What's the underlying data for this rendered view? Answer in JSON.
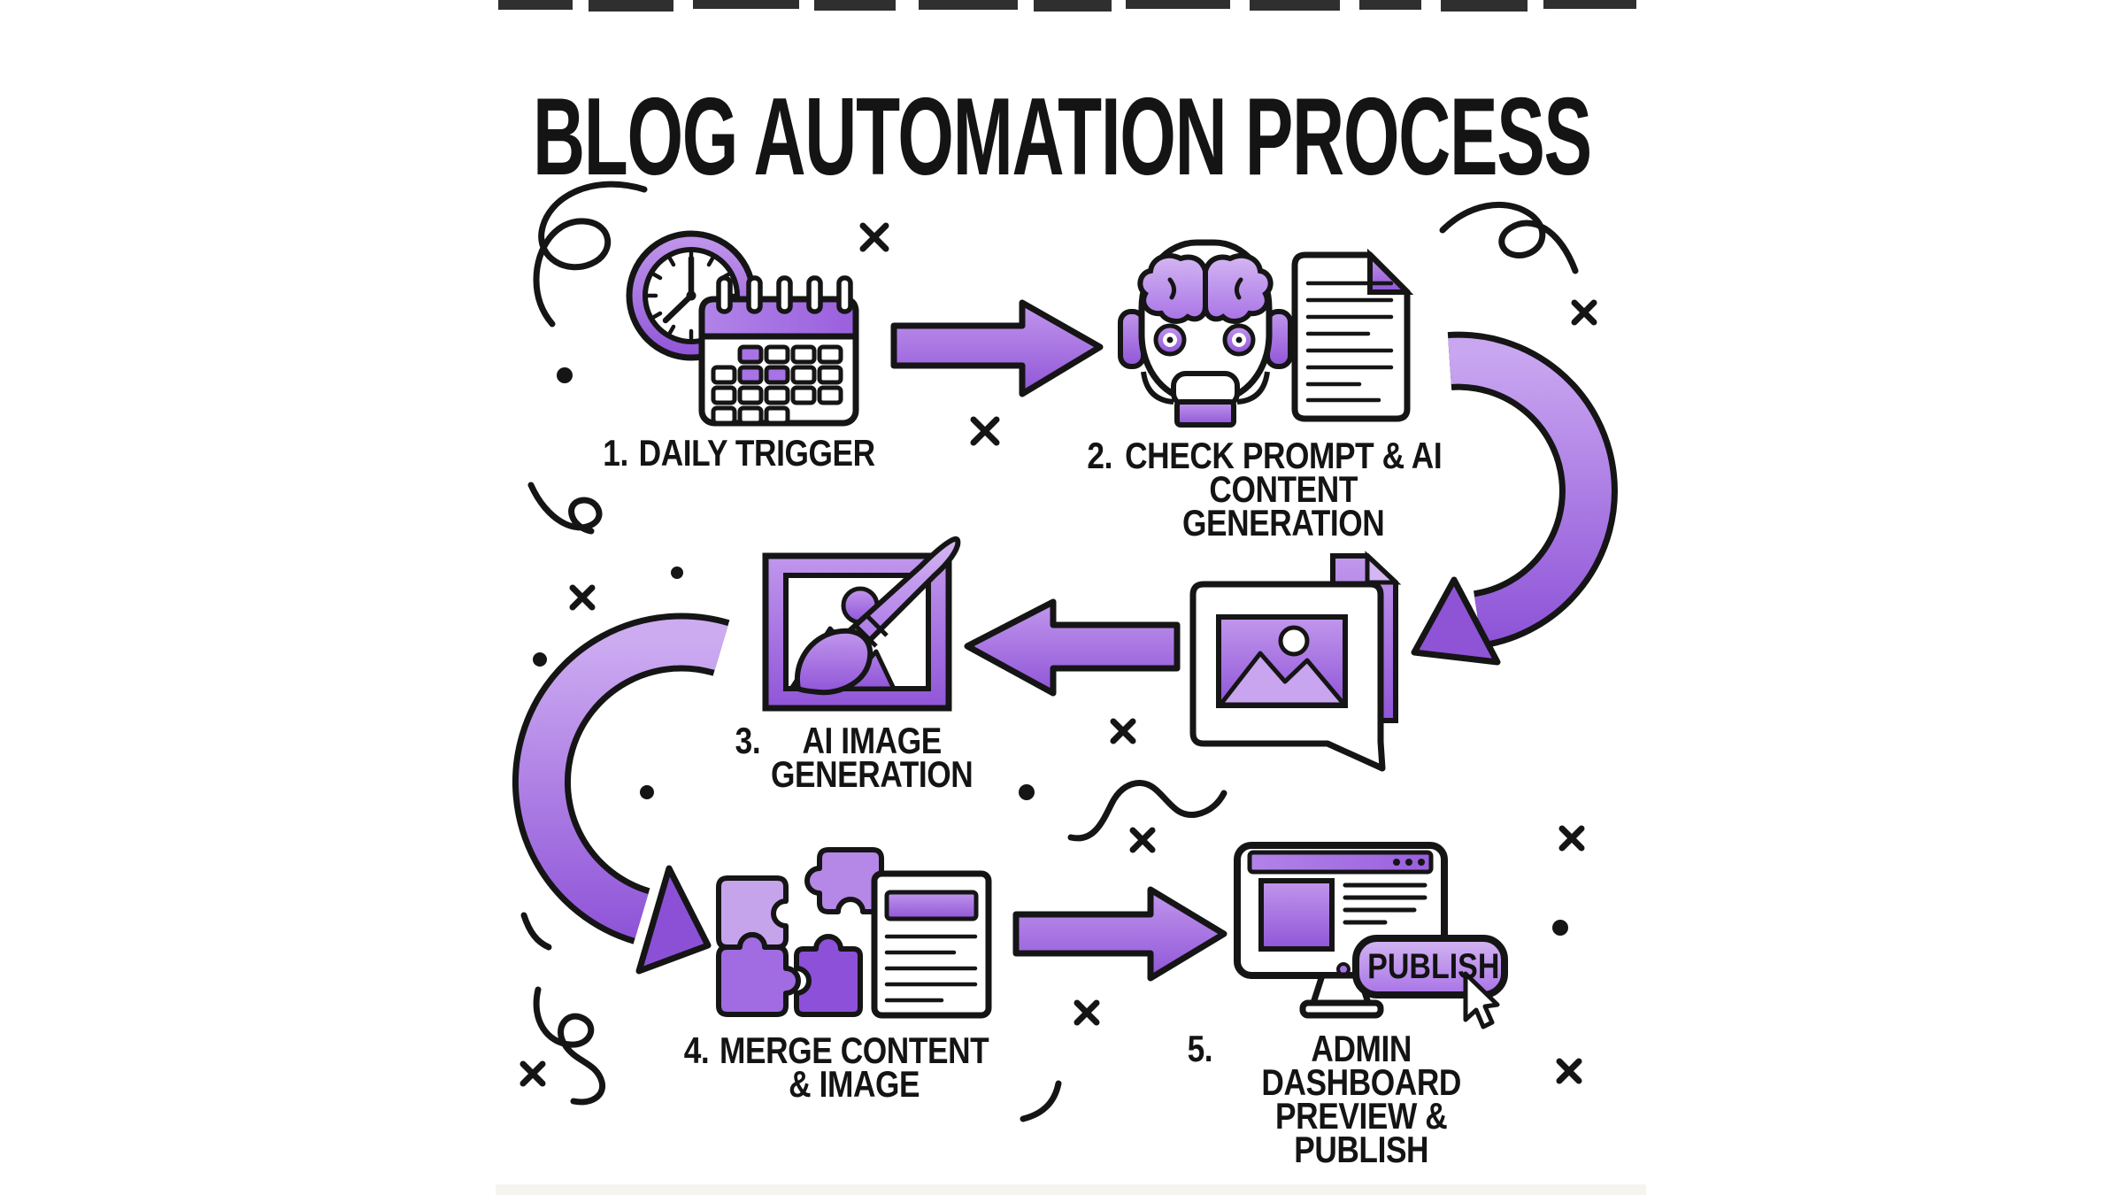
{
  "title": "BLOG AUTOMATION PROCESS",
  "steps": [
    {
      "number": "1.",
      "line1": "DAILY TRIGGER",
      "line2": "",
      "icon": "clock-calendar"
    },
    {
      "number": "2.",
      "line1": "CHECK PROMPT & AI",
      "line2": "CONTENT GENERATION",
      "icon": "robot-brain-and-document"
    },
    {
      "number": "3.",
      "line1": "AI IMAGE",
      "line2": "GENERATION",
      "icon": "image-with-paintbrush"
    },
    {
      "number": "4.",
      "line1": "MERGE CONTENT",
      "line2": "& IMAGE",
      "icon": "puzzle-pieces-and-document"
    },
    {
      "number": "5.",
      "line1": "ADMIN DASHBOARD",
      "line2": "PREVIEW & PUBLISH",
      "icon": "monitor-with-publish-button"
    }
  ],
  "publish_button": {
    "label": "PUBLISH"
  },
  "flow_arrows": [
    "step1-to-step2-straight-right",
    "step2-to-generated-image-curved-down",
    "generated-image-to-step3-straight-left",
    "step3-to-step4-curved-down",
    "step4-to-step5-straight-right"
  ],
  "icons": {
    "step1": "clock-calendar-icon",
    "step2": "robot-brain-icon-and-document-icon",
    "step3": "picture-frame-paintbrush-icon",
    "step4": "puzzle-pieces-icon-and-document-icon",
    "step5": "monitor-icon-publish-button-cursor-icon",
    "decorations": "squiggles, x-marks, dots"
  },
  "colors": {
    "accent": "#9a5fdd",
    "accent_light": "#c9a6f0",
    "accent_dark": "#8a4ed6",
    "ink": "#151515",
    "background": "#ffffff"
  }
}
